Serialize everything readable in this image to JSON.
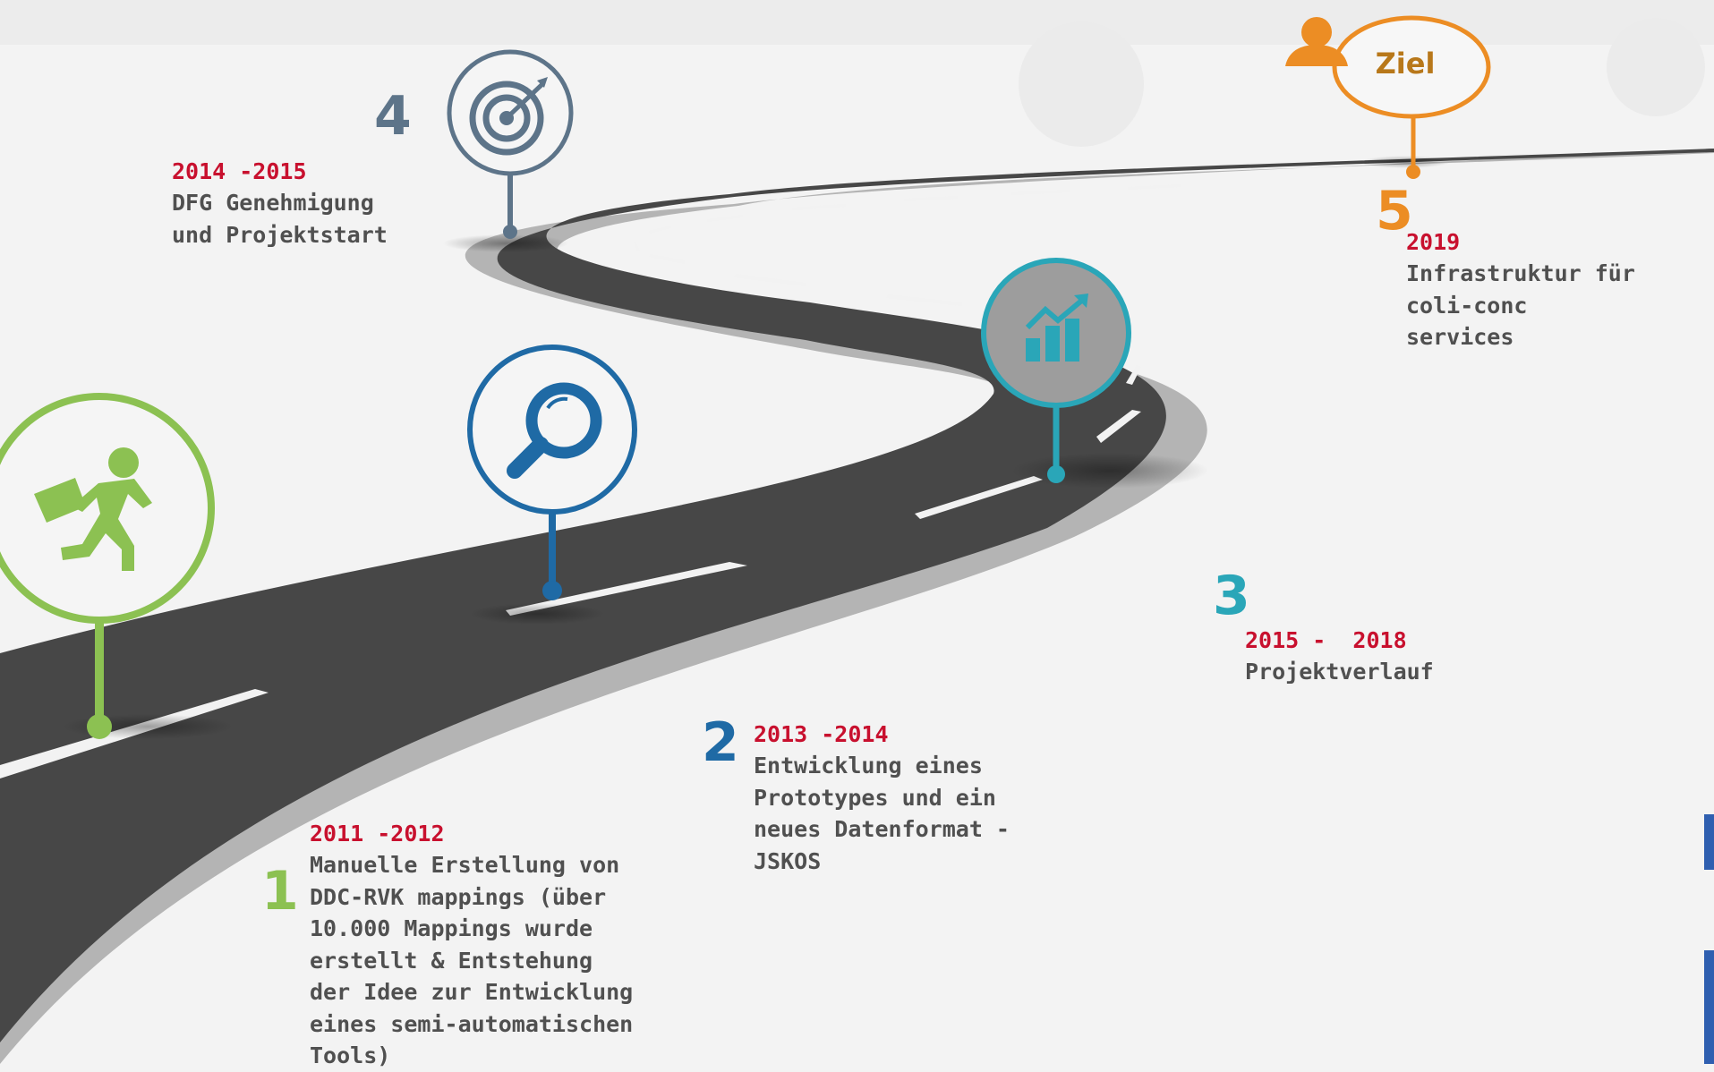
{
  "colors": {
    "road": "#474747",
    "road_edge": "#b4b4b4",
    "lane": "#f2f2f2",
    "m1": "#8cc152",
    "m2": "#1f6aa5",
    "m3": "#2aa6b8",
    "m4": "#5d7489",
    "m5": "#ec8d24",
    "years": "#c8102e",
    "text": "#505050"
  },
  "milestones": [
    {
      "number": "1",
      "years": "2011 -2012",
      "description": "Manuelle Erstellung von\nDDC-RVK mappings (über\n10.000 Mappings wurde\nerstellt & Entstehung\nder Idee zur Entwicklung\neines semi-automatischen\nTools)",
      "icon": "running-person-with-briefcase-icon"
    },
    {
      "number": "2",
      "years": "2013 -2014",
      "description": "Entwicklung eines\nPrototypes und ein\nneues Datenformat -\nJSKOS",
      "icon": "magnifying-glass-icon"
    },
    {
      "number": "3",
      "years": "2015 -  2018",
      "description": "Projektverlauf",
      "icon": "bar-chart-trend-icon"
    },
    {
      "number": "4",
      "years": "2014 -2015",
      "description": "DFG Genehmigung\nund Projektstart",
      "icon": "target-arrow-icon"
    },
    {
      "number": "5",
      "years": "2019",
      "description": "Infrastruktur für\ncoli-conc\nservices",
      "icon": "person-silhouette-icon"
    }
  ],
  "goal": {
    "label": "Ziel"
  }
}
